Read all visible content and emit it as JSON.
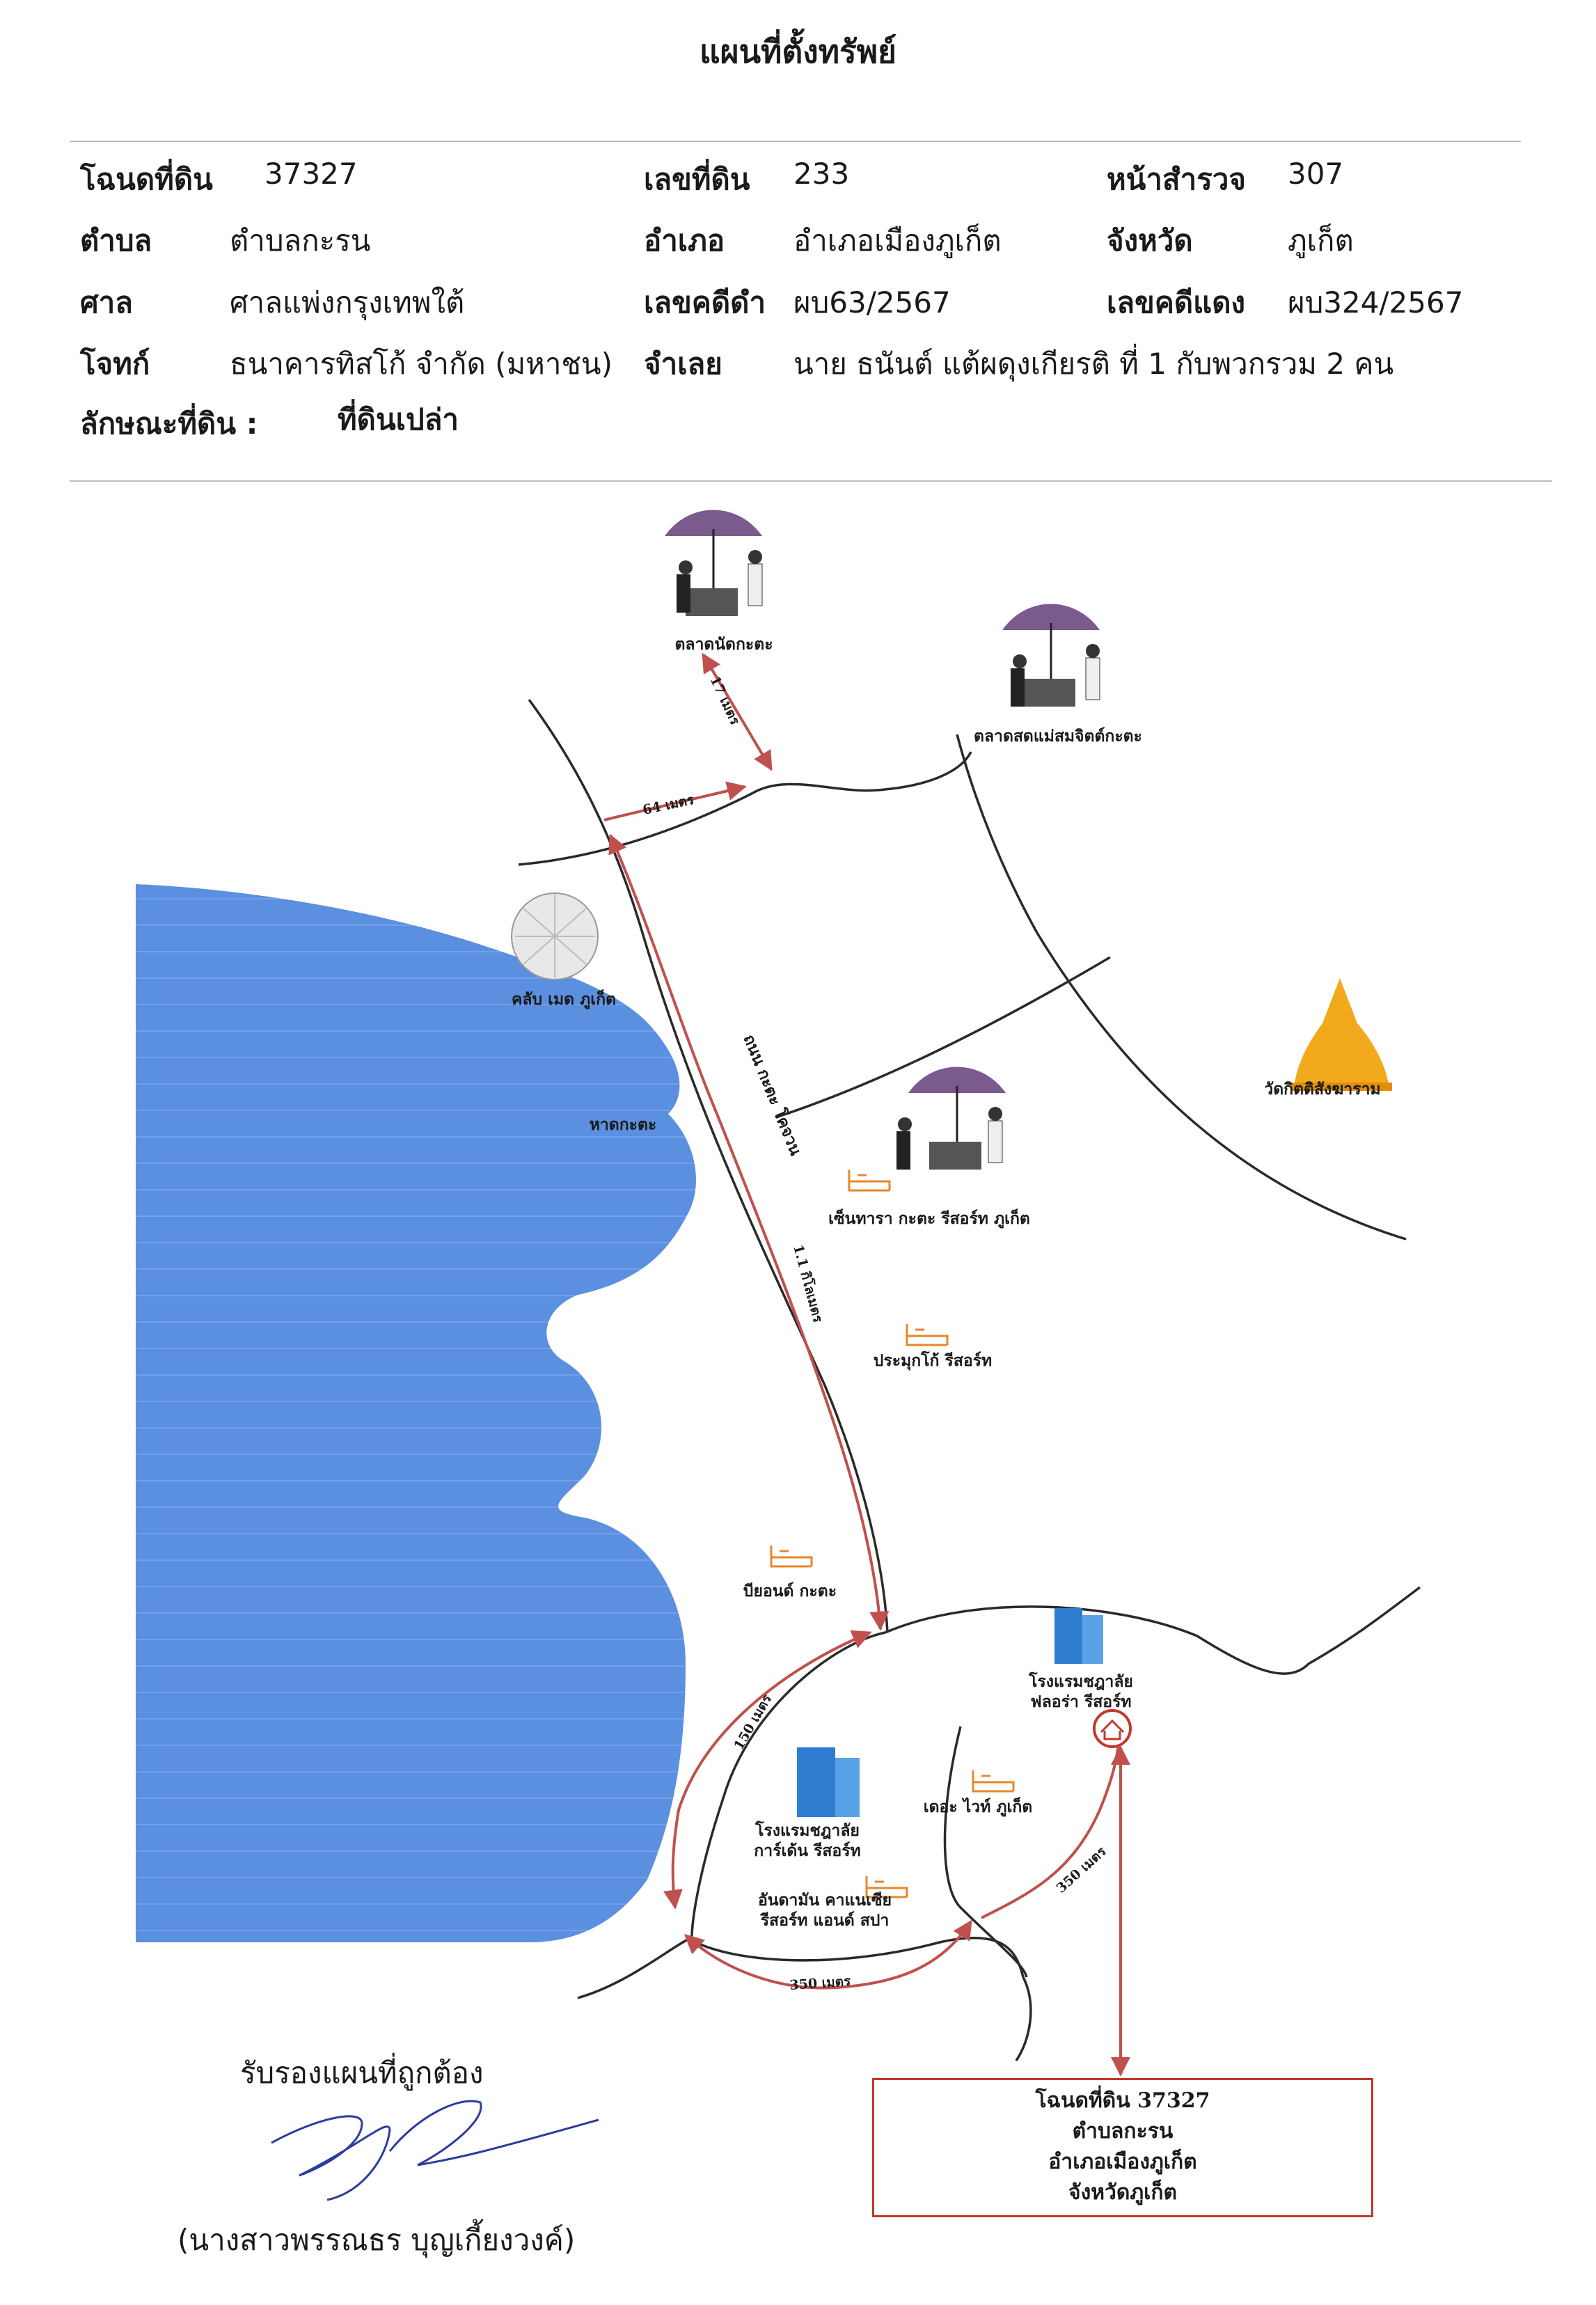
{
  "title": "แผนที่ตั้งทรัพย์",
  "details": {
    "deed_label": "โฉนดที่ดิน",
    "deed_value": "37327",
    "land_no_label": "เลขที่ดิน",
    "land_no_value": "233",
    "survey_label": "หน้าสำรวจ",
    "survey_value": "307",
    "subdistrict_label": "ตำบล",
    "subdistrict_value": "ตำบลกะรน",
    "district_label": "อำเภอ",
    "district_value": "อำเภอเมืองภูเก็ต",
    "province_label": "จังหวัด",
    "province_value": "ภูเก็ต",
    "court_label": "ศาล",
    "court_value": "ศาลแพ่งกรุงเทพใต้",
    "black_case_label": "เลขคดีดำ",
    "black_case_value": "ผบ63/2567",
    "red_case_label": "เลขคดีแดง",
    "red_case_value": "ผบ324/2567",
    "plaintiff_label": "โจทก์",
    "plaintiff_value": "ธนาคารทิสโก้ จำกัด (มหาชน)",
    "defendant_label": "จำเลย",
    "defendant_value": "นาย ธนันต์ แต้ผดุงเกียรติ  ที่ 1  กับพวกรวม 2 คน",
    "land_type_label": "ลักษณะที่ดิน :",
    "land_type_value": "ที่ดินเปล่า"
  },
  "map": {
    "sea_color": "#5b8fe0",
    "route_color": "#c0504d",
    "places": {
      "market_1": "ตลาดนัดกะตะ",
      "market_2": "ตลาดสดแม่สมจิตต์กะตะ",
      "club": "คลับ เมด ภูเก็ต",
      "beach": "หาดกะตะ",
      "temple": "วัดกิตติสังฆาราม",
      "resort_1": "เซ็นทารา กะตะ รีสอร์ท ภูเก็ต",
      "resort_2": "ประมุกโก้ รีสอร์ท",
      "resort_3": "บียอนด์ กะตะ",
      "hotel_1_line1": "โรงแรมชฎาลัย",
      "hotel_1_line2": "ฟลอร่า รีสอร์ท",
      "hotel_2_line1": "โรงแรมชฎาลัย",
      "hotel_2_line2": "การ์เด้น รีสอร์ท",
      "resort_4": "เดอะ ไวท์ ภูเก็ต",
      "resort_5_line1": "อันดามัน คาแนเซีย",
      "resort_5_line2": "รีสอร์ท แอนด์ สปา",
      "road": "ถนน กะตะ โคจวน"
    },
    "distances": {
      "d1": "17 เมตร",
      "d2": "64 เมตร",
      "d3": "1.1 กิโลเมตร",
      "d4": "150 เมตร",
      "d5": "350 เมตร",
      "d6": "350 เมตร"
    },
    "target_box": {
      "line1": "โฉนดที่ดิน 37327",
      "line2": "ตำบลกะรน",
      "line3": "อำเภอเมืองภูเก็ต",
      "line4": "จังหวัดภูเก็ต"
    }
  },
  "certify": {
    "text": "รับรองแผนที่ถูกต้อง",
    "name": "(นางสาวพรรณธร บุญเกี้ยงวงค์)"
  }
}
